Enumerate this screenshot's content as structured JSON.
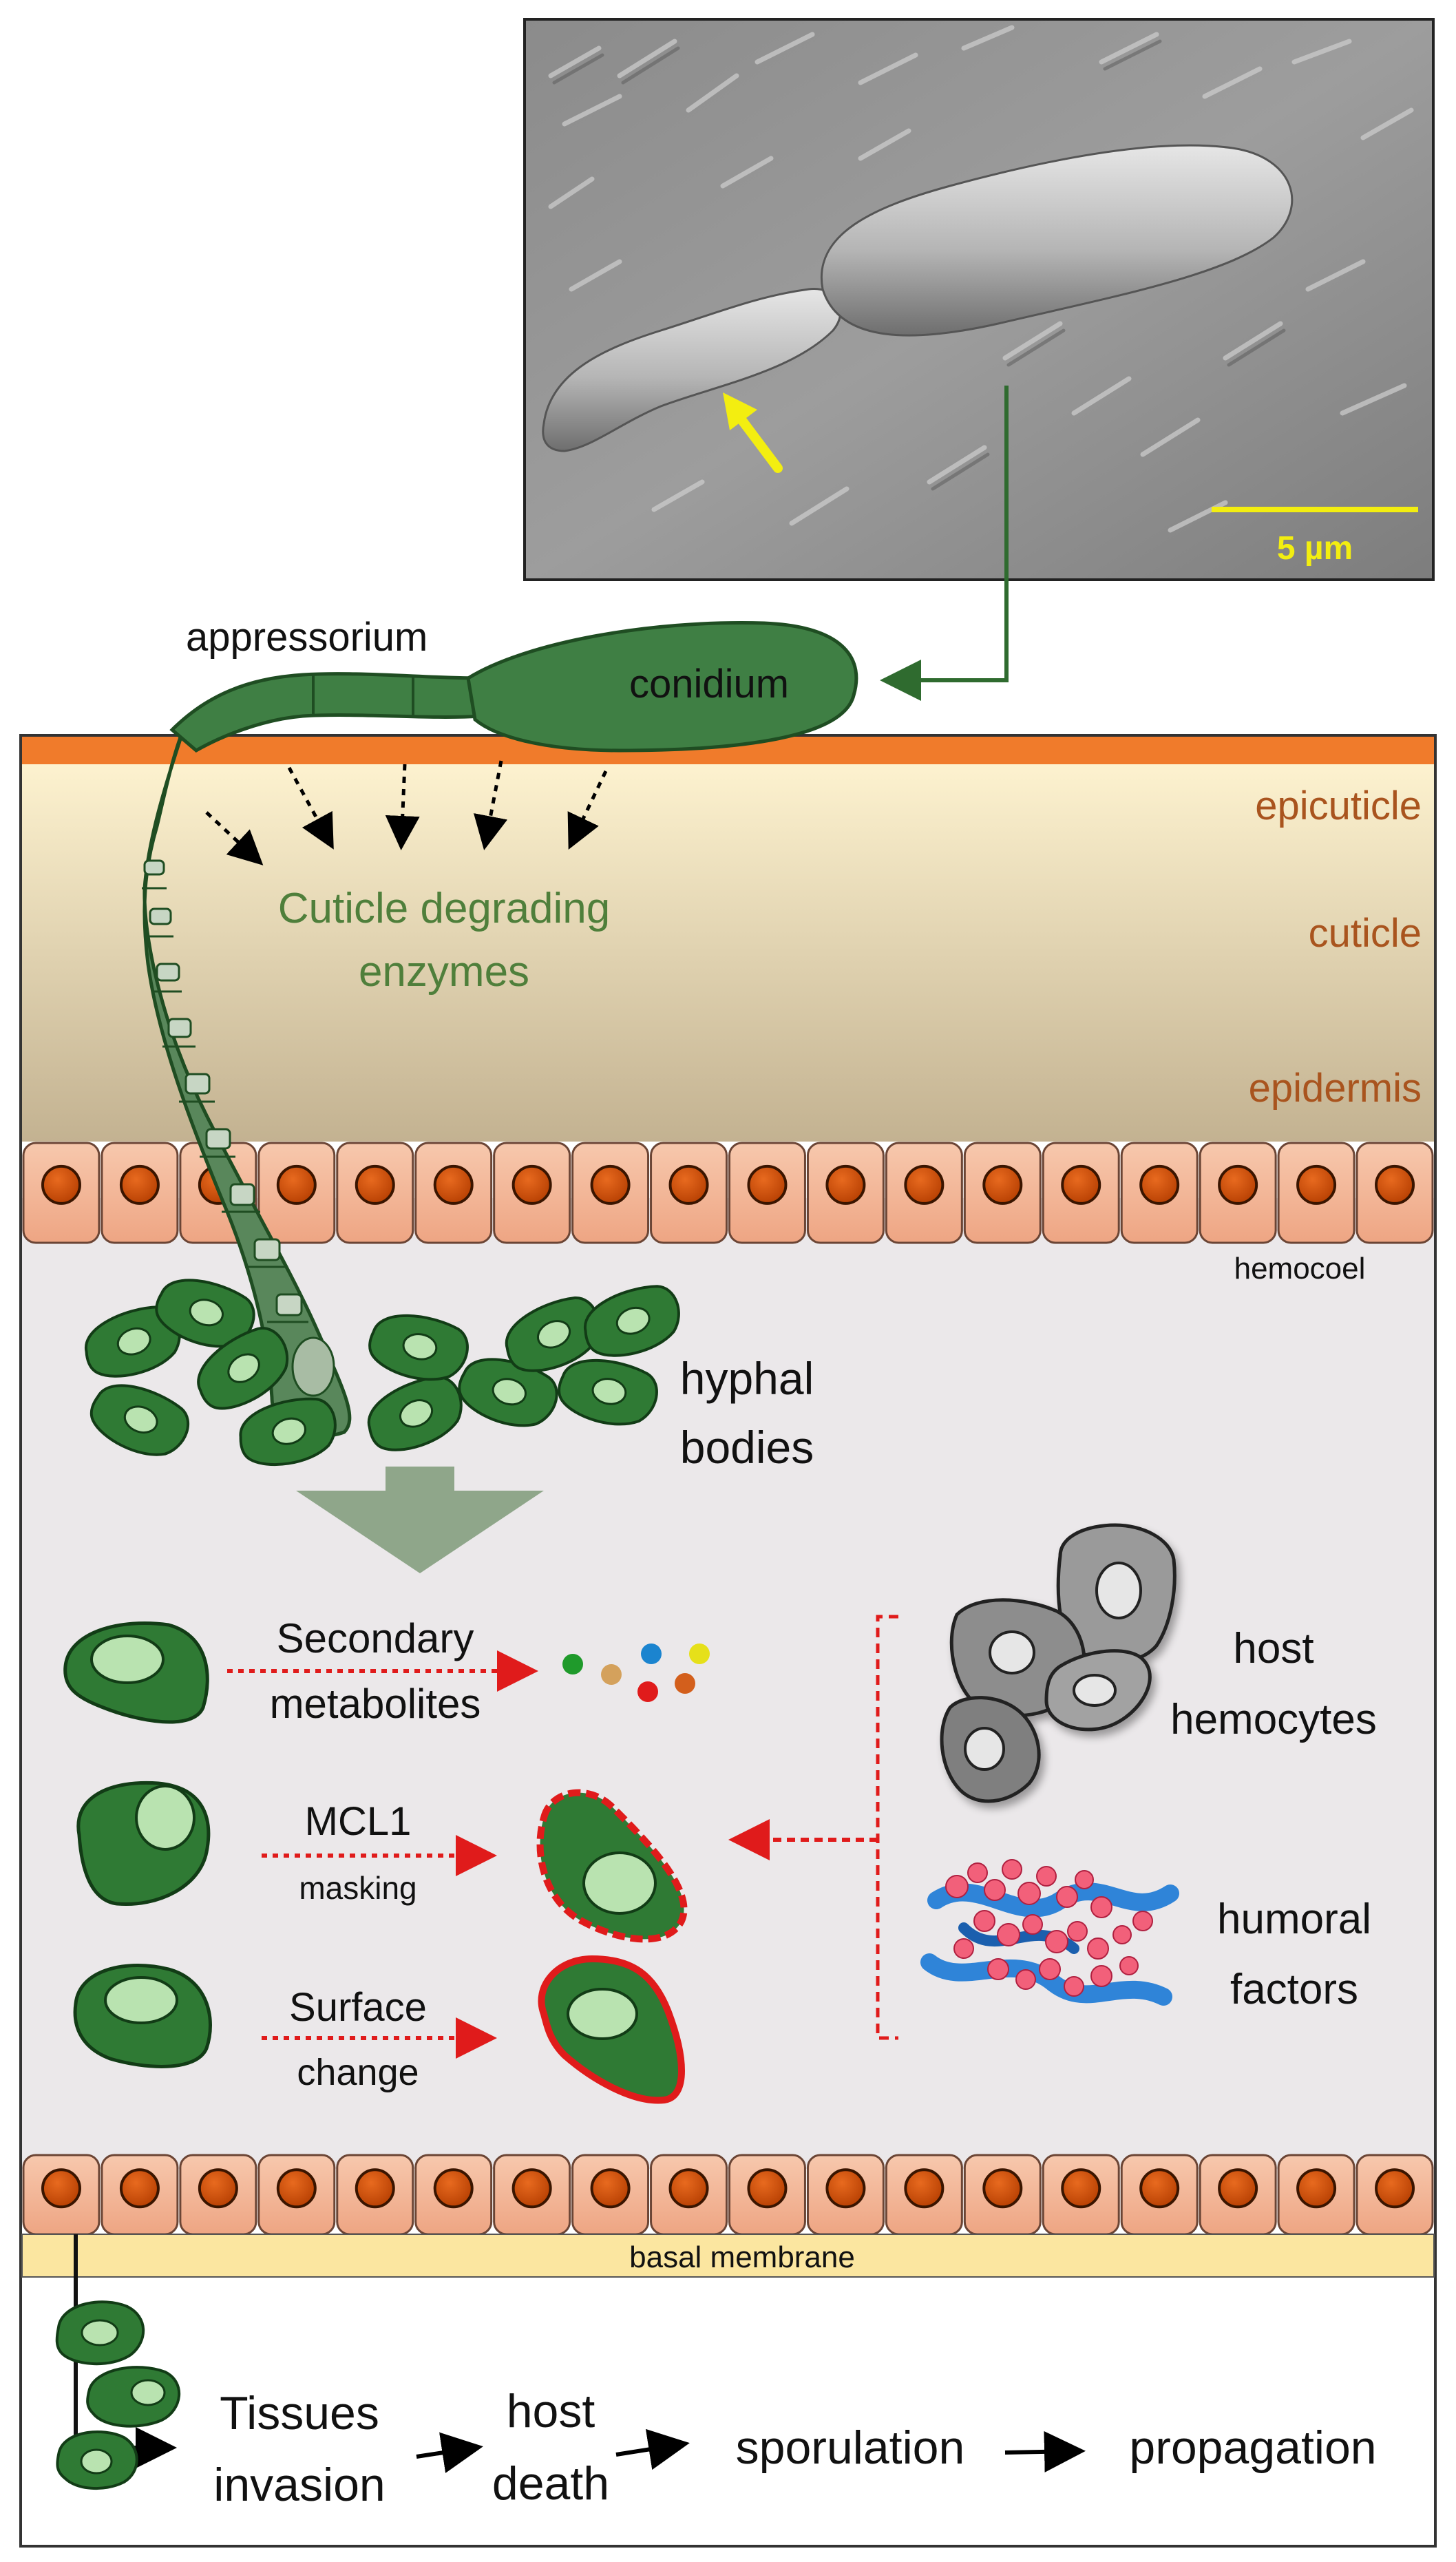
{
  "micrograph": {
    "scale_bar_label": "5 µm"
  },
  "labels": {
    "appressorium": "appressorium",
    "conidium": "conidium",
    "epicuticle": "epicuticle",
    "cuticle": "cuticle",
    "epidermis": "epidermis",
    "enzymes_line1": "Cuticle degrading",
    "enzymes_line2": "enzymes",
    "hemocoel": "hemocoel",
    "hyphal_line1": "hyphal",
    "hyphal_line2": "bodies",
    "secondary_line1": "Secondary",
    "secondary_line2": "metabolites",
    "mcl1_line1": "MCL1",
    "mcl1_line2": "masking",
    "surface_line1": "Surface",
    "surface_line2": "change",
    "hemocytes_line1": "host",
    "hemocytes_line2": "hemocytes",
    "humoral_line1": "humoral",
    "humoral_line2": "factors",
    "basal_membrane": "basal membrane"
  },
  "outcome_flow": {
    "tissues_line1": "Tissues",
    "tissues_line2": "invasion",
    "death_line1": "host",
    "death_line2": "death",
    "sporulation": "sporulation",
    "propagation": "propagation"
  },
  "colors": {
    "fungus_green": "#2f7a34",
    "fungus_light": "#b9e3b0",
    "epicuticle_band": "#f07b2b",
    "cuticle_top": "#fbefc8",
    "cuticle_bottom": "#c9ba97",
    "epidermal_cell": "#f3b899",
    "nucleus": "#d04f08",
    "hemocoel_fill": "#ebe8ea",
    "basal_membrane": "#fbe6a0",
    "layer_text": "#a9541e",
    "enzyme_text": "#4f7f3b",
    "red_arrow": "#e01b1b",
    "micrograph_scale": "#f3ee10"
  }
}
